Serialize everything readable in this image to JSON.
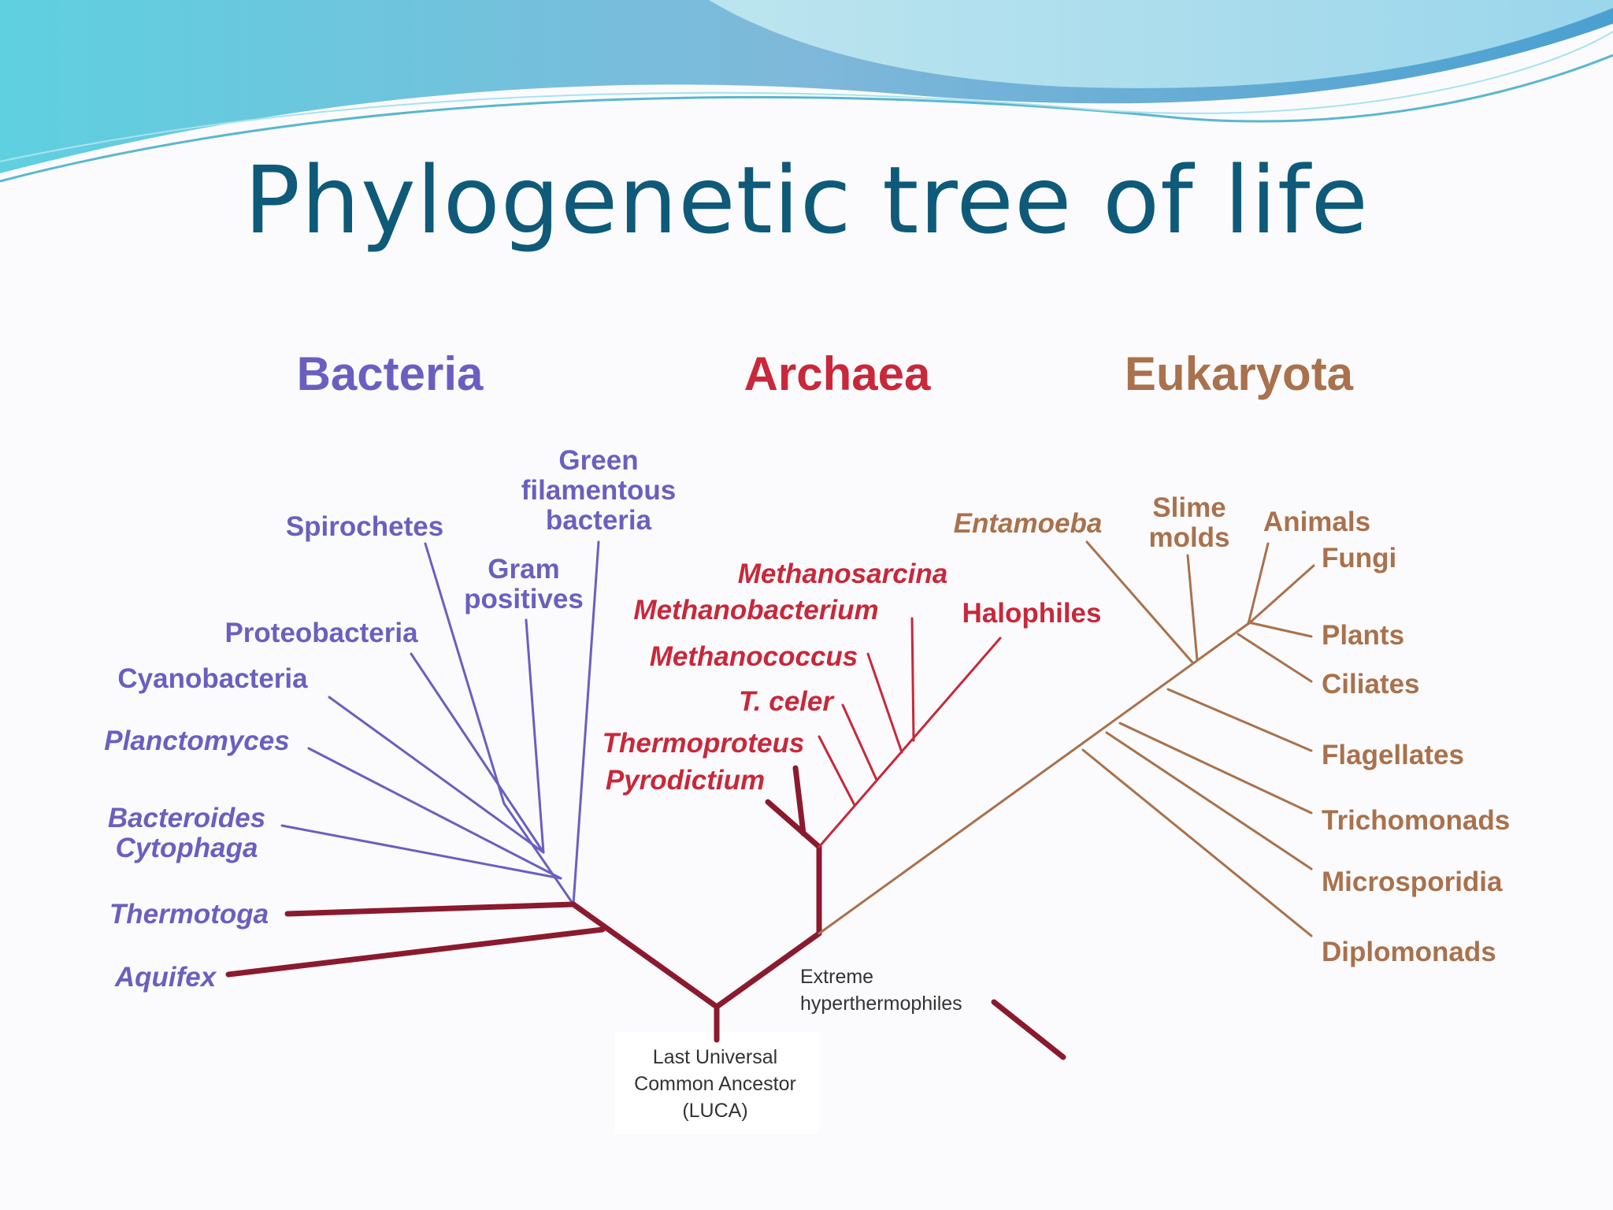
{
  "slide": {
    "title": "Phylogenetic tree of life"
  },
  "colors": {
    "title": "#0e5a78",
    "bacteria": "#6a5fc0",
    "archaea": "#c8283a",
    "eukaryota": "#a9714c",
    "root_branch": "#8b1a2e",
    "note": "#333333"
  },
  "diagram": {
    "domains": {
      "bacteria": "Bacteria",
      "archaea": "Archaea",
      "eukaryota": "Eukaryota"
    },
    "bacteria_taxa": {
      "green_filamentous_1": "Green",
      "green_filamentous_2": "filamentous",
      "green_filamentous_3": "bacteria",
      "spirochetes": "Spirochetes",
      "gram_positives_1": "Gram",
      "gram_positives_2": "positives",
      "proteobacteria": "Proteobacteria",
      "cyanobacteria": "Cyanobacteria",
      "planctomyces": "Planctomyces",
      "bacteroides_1": "Bacteroides",
      "bacteroides_2": "Cytophaga",
      "thermotoga": "Thermotoga",
      "aquifex": "Aquifex"
    },
    "archaea_taxa": {
      "methanosarcina": "Methanosarcina",
      "methanobacterium": "Methanobacterium",
      "halophiles": "Halophiles",
      "methanococcus": "Methanococcus",
      "t_celer": "T. celer",
      "thermoproteus": "Thermoproteus",
      "pyrodictium": "Pyrodictium"
    },
    "eukaryota_taxa": {
      "entamoeba": "Entamoeba",
      "slime_molds_1": "Slime",
      "slime_molds_2": "molds",
      "animals": "Animals",
      "fungi": "Fungi",
      "plants": "Plants",
      "ciliates": "Ciliates",
      "flagellates": "Flagellates",
      "trichomonads": "Trichomonads",
      "microsporidia": "Microsporidia",
      "diplomonads": "Diplomonads"
    },
    "notes": {
      "extreme_1": "Extreme",
      "extreme_2": "hyperthermophiles",
      "luca_1": "Last Universal",
      "luca_2": "Common Ancestor",
      "luca_3": "(LUCA)"
    }
  }
}
